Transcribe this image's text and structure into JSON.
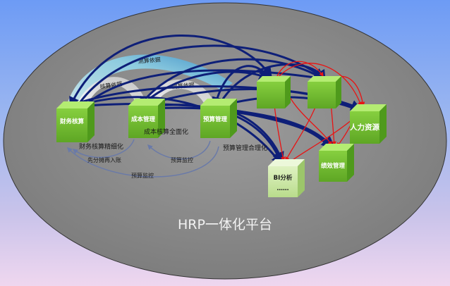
{
  "platform": {
    "title": "HRP一体化平台"
  },
  "modules": {
    "finance": "财务核算",
    "cost": "成本管理",
    "budget": "预算管理",
    "module_hidden_a": "",
    "module_hidden_b": "",
    "hr": "人力资源",
    "performance": "绩效管理",
    "bi": "BI分析",
    "bi_more": "……"
  },
  "captions": {
    "finance": "财务核算精细化",
    "cost": "成本核算全面化",
    "budget": "预算管理合理化"
  },
  "flows": {
    "calc_basis_top": "测算依据",
    "calc_basis_left": "核算依据",
    "calc_basis_right": "测算依据",
    "allocate": "先分摊再入账",
    "monitor_inner": "预算监控",
    "monitor_outer": "预算监控"
  },
  "colors": {
    "cube_face": "#74c230",
    "cube_top": "#b4ec72",
    "cube_side": "#4f9a1c",
    "arrow_navy": "#0e1f78",
    "arrow_red": "#e81414",
    "platform_fill": "#888888"
  }
}
